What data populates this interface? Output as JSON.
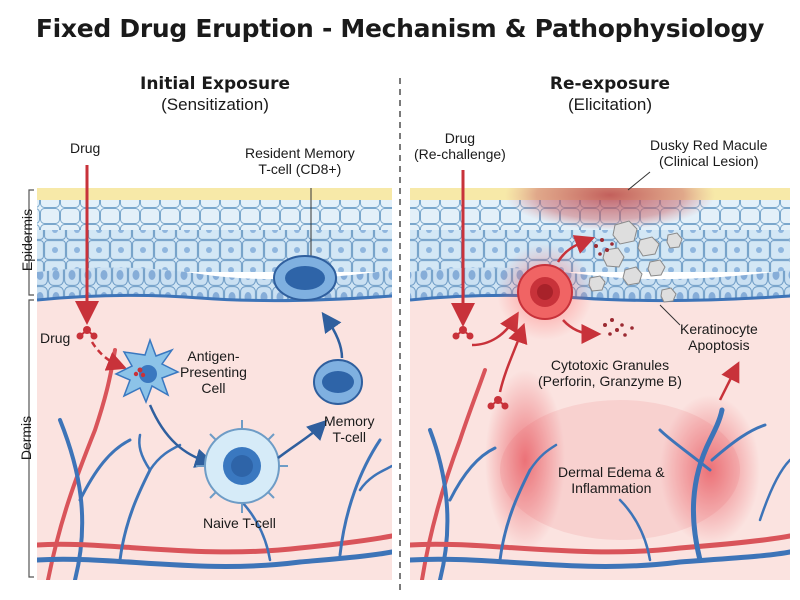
{
  "title": "Fixed Drug Eruption - Mechanism & Pathophysiology",
  "layers": {
    "epidermis": "Epidermis",
    "dermis": "Dermis"
  },
  "left_panel": {
    "heading": "Initial Exposure",
    "subheading": "(Sensitization)",
    "drug_top": "Drug",
    "drug_dermis": "Drug",
    "resident_memory_line1": "Resident Memory",
    "resident_memory_line2": "T-cell (CD8+)",
    "apc_line1": "Antigen-",
    "apc_line2": "Presenting",
    "apc_line3": "Cell",
    "memory_line1": "Memory",
    "memory_line2": "T-cell",
    "naive": "Naive T-cell"
  },
  "right_panel": {
    "heading": "Re-exposure",
    "subheading": "(Elicitation)",
    "drug_line1": "Drug",
    "drug_line2": "(Re-challenge)",
    "macule_line1": "Dusky Red Macule",
    "macule_line2": "(Clinical Lesion)",
    "keratinocyte_line1": "Keratinocyte",
    "keratinocyte_line2": "Apoptosis",
    "granules_line1": "Cytotoxic Granules",
    "granules_line2": "(Perforin, Granzyme B)",
    "edema_line1": "Dermal Edema &",
    "edema_line2": "Inflammation"
  },
  "colors": {
    "drug_red": "#c8323a",
    "tcell_blue": "#3a78c0",
    "dermis_pink": "#fbe3e0",
    "epidermis_blue": "#d9ecf7",
    "stratum_yellow": "#f7e9a8",
    "vessel_blue": "#3d74b8",
    "vessel_red": "#d9545a",
    "inflammation": "#e8525a"
  }
}
